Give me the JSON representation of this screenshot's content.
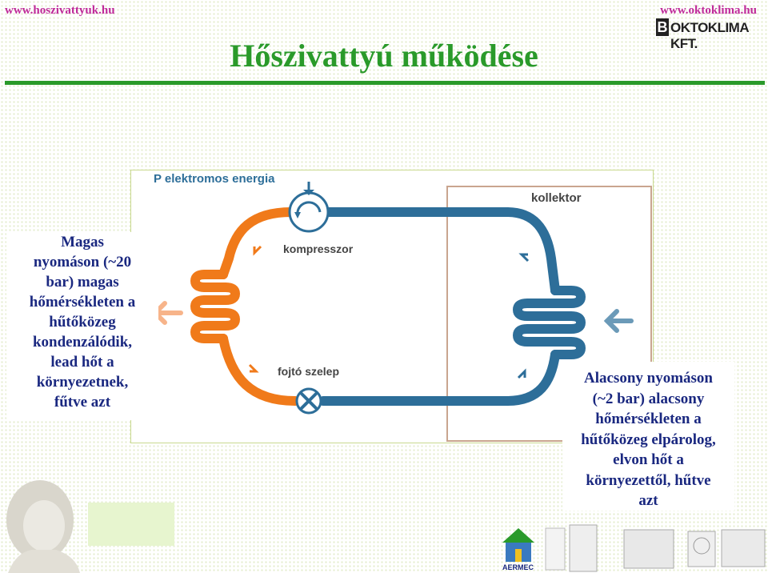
{
  "header": {
    "left_url": "www.hoszivattyuk.hu",
    "right_url": "www.oktoklima.hu",
    "brand_logo_text": "OKTOKLIMA KFT."
  },
  "slide": {
    "title": "Hőszivattyú működése"
  },
  "diagram": {
    "energy_label": "P elektromos energia",
    "collector_label": "kollektor",
    "compressor_label": "kompresszor",
    "valve_label": "fojtó szelep"
  },
  "left_text": {
    "lines": [
      "Magas",
      "nyomáson (~20",
      "bar) magas",
      "hőmérsékleten a",
      "hűtőközeg",
      "kondenzálódik,",
      "lead hőt a",
      "környezetnek,",
      "fűtve azt"
    ]
  },
  "right_text": {
    "lines": [
      "Alacsony nyomáson",
      "(~2 bar) alacsony",
      "hőmérsékleten a",
      "hűtőközeg elpárolog,",
      "elvon hőt a",
      "környezettől, hűtve",
      "azt"
    ]
  },
  "footer": {
    "aermec_label": "AERMEC"
  },
  "colors": {
    "title_green": "#2a9a2a",
    "header_magenta": "#bf2b9a",
    "text_navy": "#1a2880",
    "hot_orange": "#f07a1a",
    "cold_blue": "#2d6e99"
  }
}
